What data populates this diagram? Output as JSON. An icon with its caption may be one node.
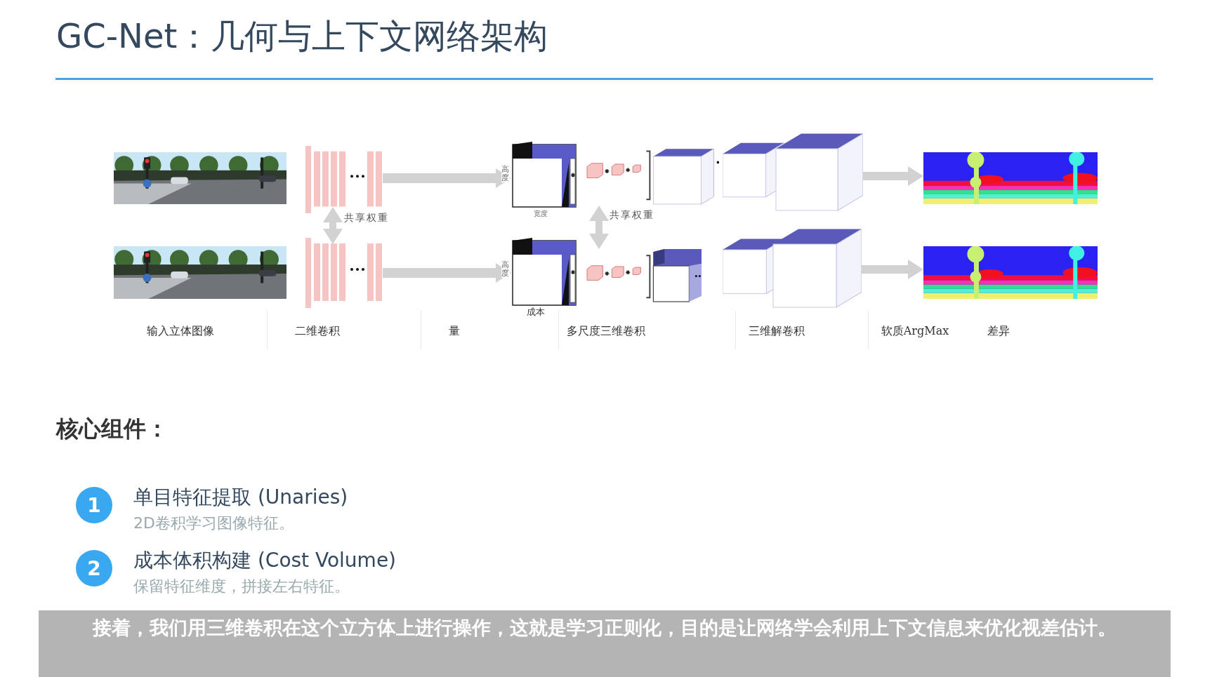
{
  "diagram": {
    "title": "GC-Net：几何与上下文网络架构",
    "nodes": [
      {
        "text": [],
        "shape": "picture"
      },
      {
        "text": [],
        "shape": "bar"
      },
      {
        "text": [],
        "shape": "box",
        "beside": [
          "高度",
          "宽度"
        ]
      },
      {
        "text": [],
        "shape": "box"
      },
      {
        "text": [],
        "shape": "box"
      },
      {
        "text": [],
        "shape": "picture"
      },
      {
        "text": [],
        "shape": "picture"
      },
      {
        "text": [],
        "shape": "bar"
      },
      {
        "text": [],
        "shape": "box",
        "beside": [
          "高度",
          "成本"
        ]
      },
      {
        "text": [],
        "shape": "box"
      },
      {
        "text": [],
        "shape": "box"
      },
      {
        "text": [],
        "shape": "picture"
      },
      {
        "text": [
          "1"
        ],
        "beside": [
          "单目特征提取 (Unaries)",
          "2D卷积学习图像特征。"
        ]
      },
      {
        "text": [
          "2"
        ],
        "beside": [
          "成本体积构建 (Cost Volume)",
          "保留特征维度，拼接左右特征。"
        ]
      }
    ],
    "edges": [
      {
        "from": 1,
        "to": 2,
        "arrow": "to"
      },
      {
        "from": 7,
        "to": 8,
        "arrow": "to"
      },
      {
        "from": 4,
        "to": 5,
        "arrow": "to"
      },
      {
        "from": 10,
        "to": 11,
        "arrow": "to"
      },
      {
        "from": 1,
        "to": 7,
        "arrow": "both",
        "label": "共享权重"
      },
      {
        "from": 3,
        "to": 9,
        "arrow": "both",
        "label": "共享权重"
      }
    ],
    "labels": [
      "输入立体图像",
      "二维卷积",
      "量",
      "多尺度三维卷积",
      "三维解卷积",
      "软质ArgMax",
      "差异",
      "核心组件：",
      "接着，我们用三维卷积在这个立方体上进行操作，这就是学习正则化，目的是让网络学会利用上下文信息来优化视差估计。"
    ]
  }
}
